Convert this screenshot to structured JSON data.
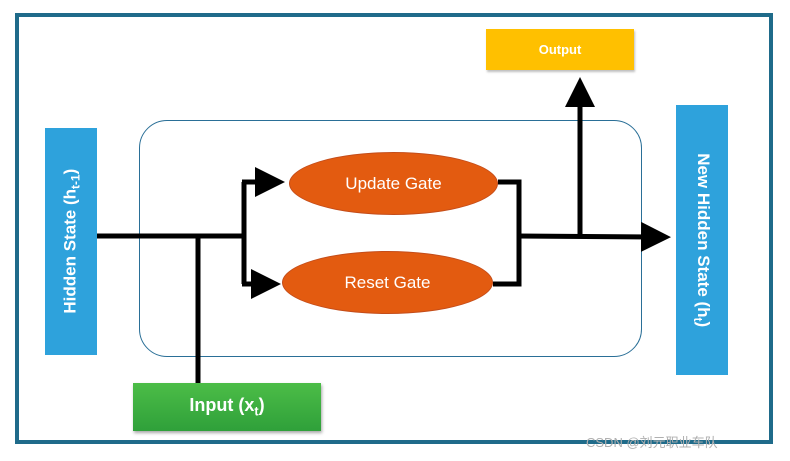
{
  "hidden_state": {
    "label": "Hidden State (h",
    "subscript": "t-1",
    "close": ")"
  },
  "new_hidden_state": {
    "label": "New Hidden State (h",
    "subscript": "t",
    "close": ")"
  },
  "input": {
    "label": "Input (x",
    "subscript": "t",
    "close": ")"
  },
  "output": {
    "label": "Output"
  },
  "update_gate": {
    "label": "Update Gate"
  },
  "reset_gate": {
    "label": "Reset Gate"
  },
  "watermark": {
    "text": "CSDN @刘元职业车队"
  },
  "colors": {
    "frame": "#1f6b8a",
    "state_box": "#2ea2dc",
    "gate": "#e35b10",
    "input_box": "#3cad3f",
    "output_box": "#ffc000",
    "wire": "#000000"
  }
}
